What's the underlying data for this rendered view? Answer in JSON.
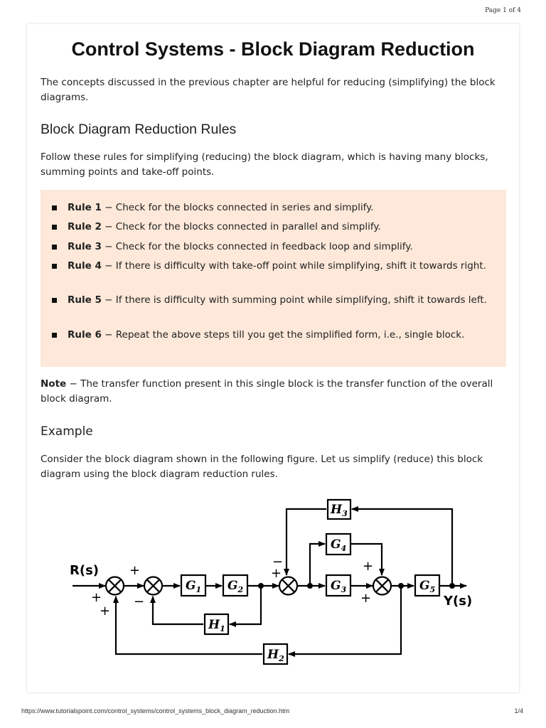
{
  "header": {
    "page_label": "Page 1 of 4"
  },
  "title": "Control Systems - Block Diagram Reduction",
  "intro": "The concepts discussed in the previous chapter are helpful for reducing (simplifying) the block diagrams.",
  "rules_section": {
    "heading": "Block Diagram Reduction Rules",
    "lead": "Follow these rules for simplifying (reducing) the block diagram, which is having many blocks, summing points and take-off points.",
    "rules": [
      {
        "name": "Rule 1",
        "text": " − Check for the blocks connected in series and simplify."
      },
      {
        "name": "Rule 2",
        "text": " − Check for the blocks connected in parallel and simplify."
      },
      {
        "name": "Rule 3",
        "text": " − Check for the blocks connected in feedback loop and simplify."
      },
      {
        "name": "Rule 4",
        "text": " − If there is difficulty with take-off point while simplifying, shift it towards right."
      },
      {
        "name": "Rule 5",
        "text": " − If there is difficulty with summing point while simplifying, shift it towards left."
      },
      {
        "name": "Rule 6",
        "text": " − Repeat the above steps till you get the simplified form, i.e., single block."
      }
    ]
  },
  "note": {
    "label": "Note",
    "text": " − The transfer function present in this single block is the transfer function of the overall block diagram."
  },
  "example": {
    "heading": "Example",
    "text": "Consider the block diagram shown in the following figure. Let us simplify (reduce) this block diagram using the block diagram reduction rules."
  },
  "diagram": {
    "input": "R(s)",
    "output": "Y(s)",
    "blocks": {
      "G1": {
        "base": "G",
        "sub": "1"
      },
      "G2": {
        "base": "G",
        "sub": "2"
      },
      "G3": {
        "base": "G",
        "sub": "3"
      },
      "G4": {
        "base": "G",
        "sub": "4"
      },
      "G5": {
        "base": "G",
        "sub": "5"
      },
      "H1": {
        "base": "H",
        "sub": "1"
      },
      "H2": {
        "base": "H",
        "sub": "2"
      },
      "H3": {
        "base": "H",
        "sub": "3"
      }
    },
    "signs": {
      "plus": "+",
      "minus": "−"
    }
  },
  "footer": {
    "url": "https://www.tutorialspoint.com/control_systems/control_systems_block_diagram_reduction.htm",
    "page": "1/4"
  }
}
